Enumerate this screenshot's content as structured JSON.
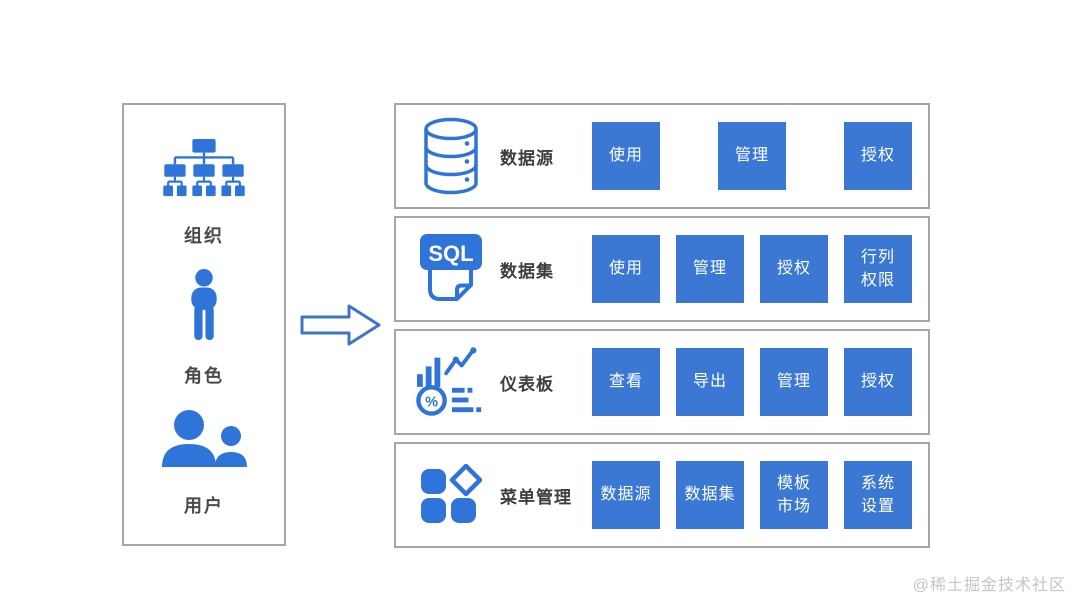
{
  "left_panel": {
    "items": [
      {
        "label": "组织",
        "icon": "org-chart-icon"
      },
      {
        "label": "角色",
        "icon": "person-icon"
      },
      {
        "label": "用户",
        "icon": "users-icon"
      }
    ]
  },
  "arrow": {
    "icon": "right-arrow-icon"
  },
  "rows": [
    {
      "label": "数据源",
      "icon": "database-icon",
      "buttons": [
        "使用",
        "管理",
        "授权"
      ]
    },
    {
      "label": "数据集",
      "icon": "sql-file-icon",
      "sql_badge": "SQL",
      "buttons": [
        "使用",
        "管理",
        "授权",
        "行列\n权限"
      ]
    },
    {
      "label": "仪表板",
      "icon": "dashboard-icon",
      "percent_glyph": "%",
      "buttons": [
        "查看",
        "导出",
        "管理",
        "授权"
      ]
    },
    {
      "label": "菜单管理",
      "icon": "menu-grid-icon",
      "buttons": [
        "数据源",
        "数据集",
        "模板\n市场",
        "系统\n设置"
      ]
    }
  ],
  "watermark": "@稀土掘金技术社区",
  "colors": {
    "accent_blue": "#3b78d4",
    "icon_blue": "#2f74d8",
    "border_gray": "#a6a6a6",
    "watermark_gray": "#c6c6c6"
  }
}
